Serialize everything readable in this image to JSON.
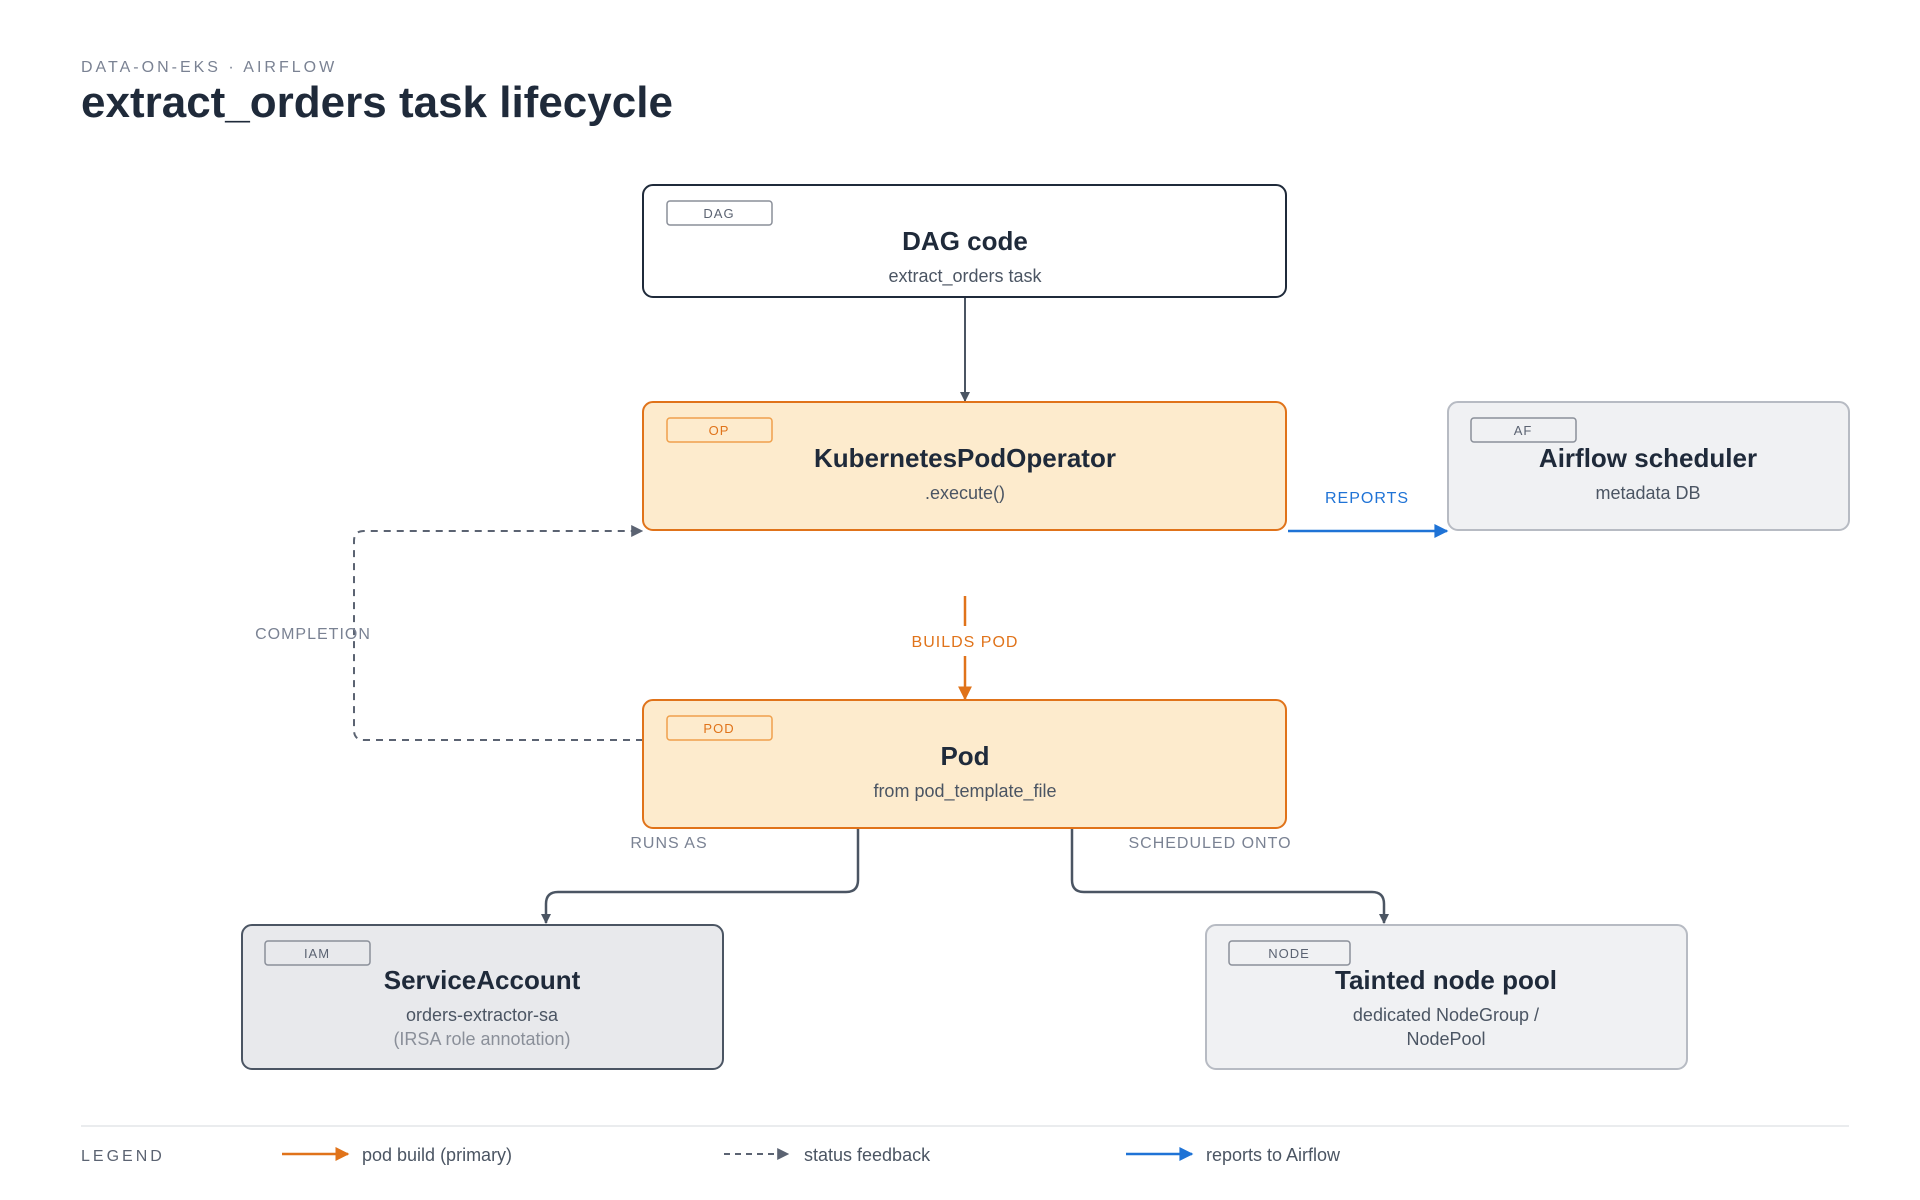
{
  "header": {
    "kicker": "DATA-ON-EKS · AIRFLOW",
    "title": "extract_orders task lifecycle"
  },
  "colors": {
    "primary": "#e0731a",
    "primary_fill": "#fdebcd",
    "feedback": "#5b6372",
    "airflow": "#1f73d6",
    "neutral_fill": "#e8e9ec",
    "light_fill": "#f0f1f3",
    "dark_text": "#1f2a3a"
  },
  "nodes": {
    "dag": {
      "tag": "DAG",
      "title": "DAG code",
      "sub": "extract_orders task"
    },
    "operator": {
      "tag": "OP",
      "title": "KubernetesPodOperator",
      "sub": ".execute()"
    },
    "scheduler": {
      "tag": "AF",
      "title": "Airflow scheduler",
      "sub": "metadata DB"
    },
    "pod": {
      "tag": "POD",
      "title": "Pod",
      "sub": "from pod_template_file"
    },
    "service_account": {
      "tag": "IAM",
      "title": "ServiceAccount",
      "sub": "orders-extractor-sa",
      "note": "(IRSA role annotation)"
    },
    "node_pool": {
      "tag": "NODE",
      "title": "Tainted node pool",
      "sub_line1": "dedicated NodeGroup /",
      "sub_line2": "NodePool"
    }
  },
  "edges": {
    "reports": "REPORTS",
    "builds_pod": "BUILDS POD",
    "completion": "COMPLETION",
    "runs_as": "RUNS AS",
    "scheduled_onto": "SCHEDULED ONTO"
  },
  "legend": {
    "heading": "LEGEND",
    "items": [
      {
        "label": "pod build (primary)",
        "style": "solid-orange"
      },
      {
        "label": "status feedback",
        "style": "dashed-gray"
      },
      {
        "label": "reports to Airflow",
        "style": "solid-blue"
      }
    ]
  }
}
